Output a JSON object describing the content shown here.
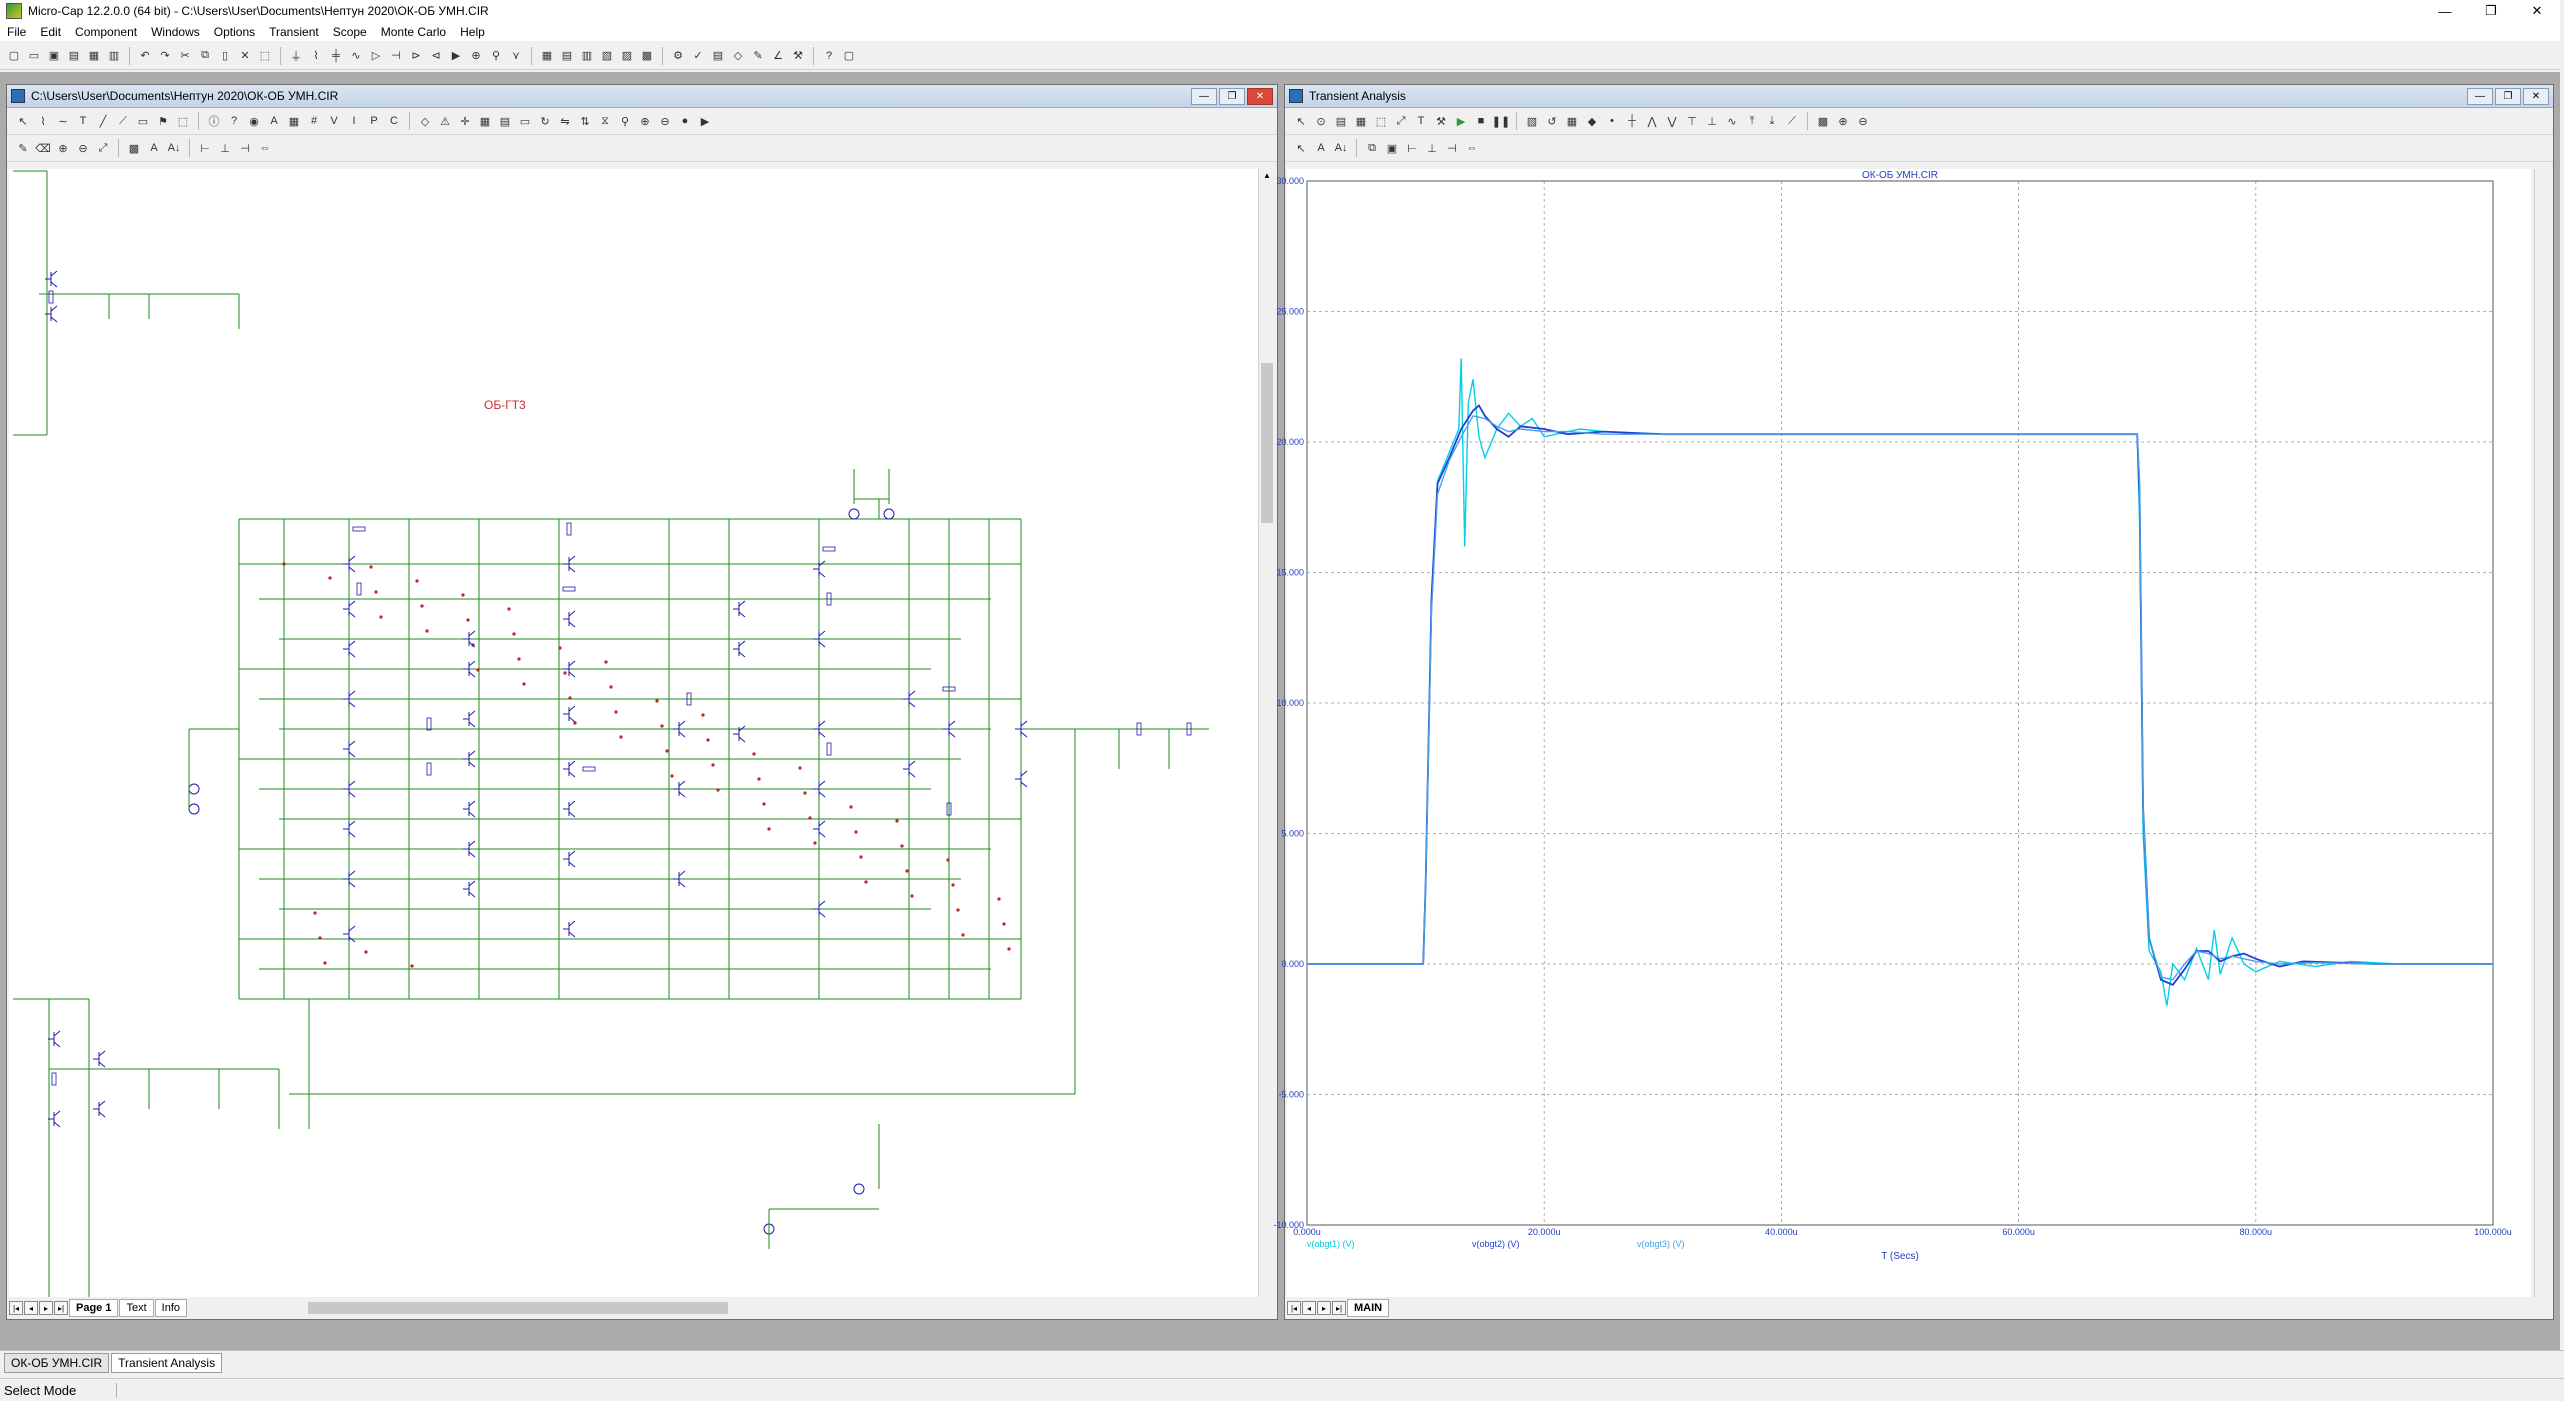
{
  "app": {
    "title": "Micro-Cap 12.2.0.0 (64 bit) - C:\\Users\\User\\Documents\\Нептун 2020\\ОК-ОБ УМН.CIR",
    "win_min": "—",
    "win_restore": "❐",
    "win_close": "✕"
  },
  "menu": [
    "File",
    "Edit",
    "Component",
    "Windows",
    "Options",
    "Transient",
    "Scope",
    "Monte Carlo",
    "Help"
  ],
  "schematic": {
    "title": "C:\\Users\\User\\Documents\\Нептун 2020\\ОК-ОБ УМН.CIR",
    "circuit_label": "ОБ-ГТ3",
    "tabs": [
      "Page 1",
      "Text",
      "Info"
    ]
  },
  "transient": {
    "title": "Transient Analysis",
    "tab": "MAIN"
  },
  "doc_tabs": [
    "ОК-ОБ УМН.CIR",
    "Transient Analysis"
  ],
  "status": "Select Mode",
  "chart_data": {
    "type": "line",
    "title": "ОК-ОБ УМН.CIR",
    "xlabel": "T (Secs)",
    "ylabel": "",
    "x_ticks": [
      "0.000u",
      "20.000u",
      "40.000u",
      "60.000u",
      "80.000u",
      "100.000u"
    ],
    "y_ticks": [
      "30.000",
      "25.000",
      "20.000",
      "15.000",
      "10.000",
      "5.000",
      "0.000",
      "-5.000",
      "-10.000"
    ],
    "xlim": [
      0,
      100
    ],
    "ylim": [
      -10,
      30
    ],
    "grid": true,
    "legend_position": "bottom-left",
    "series": [
      {
        "name": "v(obgt1) (V)",
        "color": "#00d0e8",
        "x": [
          0,
          9.8,
          10,
          10.5,
          11,
          12,
          12.8,
          13,
          13.3,
          13.6,
          14,
          14.5,
          15,
          16,
          17,
          18,
          19,
          20,
          21,
          23,
          25,
          30,
          40,
          50,
          60,
          70,
          70.2,
          70.5,
          71,
          72,
          72.5,
          73,
          74,
          75,
          76,
          76.5,
          77,
          78,
          79,
          80,
          82,
          85,
          88,
          92,
          96,
          100
        ],
        "y": [
          0,
          0,
          3,
          14,
          18.5,
          19.6,
          20.5,
          23.2,
          16,
          21.5,
          22.4,
          20.2,
          19.4,
          20.5,
          21.1,
          20.6,
          20.9,
          20.2,
          20.3,
          20.5,
          20.4,
          20.3,
          20.3,
          20.3,
          20.3,
          20.3,
          17,
          5,
          0.5,
          -0.3,
          -1.6,
          0,
          -0.6,
          0.6,
          -0.6,
          1.3,
          -0.4,
          1,
          0,
          -0.3,
          0.1,
          -0.1,
          0.1,
          0,
          0,
          0
        ]
      },
      {
        "name": "v(obgt2) (V)",
        "color": "#1e3fd8",
        "x": [
          0,
          9.8,
          10,
          10.5,
          11,
          12,
          13,
          14,
          14.5,
          15,
          16,
          17,
          18,
          20,
          22,
          25,
          30,
          40,
          50,
          60,
          70,
          70.2,
          70.5,
          71,
          72,
          73,
          74,
          75,
          76,
          77,
          78,
          79,
          80,
          82,
          84,
          87,
          90,
          95,
          100
        ],
        "y": [
          0,
          0,
          3,
          14,
          18.4,
          19.4,
          20.5,
          21.2,
          21.4,
          21,
          20.5,
          20.2,
          20.6,
          20.5,
          20.3,
          20.4,
          20.3,
          20.3,
          20.3,
          20.3,
          20.3,
          18,
          6,
          1,
          -0.6,
          -0.8,
          -0.2,
          0.5,
          0.5,
          0.1,
          0.3,
          0.4,
          0.2,
          -0.1,
          0.1,
          0.05,
          0,
          0,
          0
        ]
      },
      {
        "name": "v(obgt3) (V)",
        "color": "#4aa0e0",
        "x": [
          0,
          9.8,
          10,
          10.5,
          11,
          12,
          13,
          14,
          15,
          16,
          17,
          18,
          20,
          22,
          25,
          30,
          40,
          50,
          60,
          70,
          70.2,
          70.5,
          71,
          72,
          73,
          74,
          75,
          76,
          77,
          78,
          80,
          82,
          85,
          90,
          100
        ],
        "y": [
          0,
          0,
          3,
          13.5,
          18,
          19.3,
          20.2,
          21,
          20.9,
          20.6,
          20.4,
          20.5,
          20.4,
          20.4,
          20.3,
          20.3,
          20.3,
          20.3,
          20.3,
          20.3,
          18.5,
          6,
          1,
          -0.5,
          -0.6,
          0,
          0.5,
          0.4,
          0.2,
          0.3,
          0.1,
          0,
          0.05,
          0,
          0
        ]
      }
    ]
  }
}
